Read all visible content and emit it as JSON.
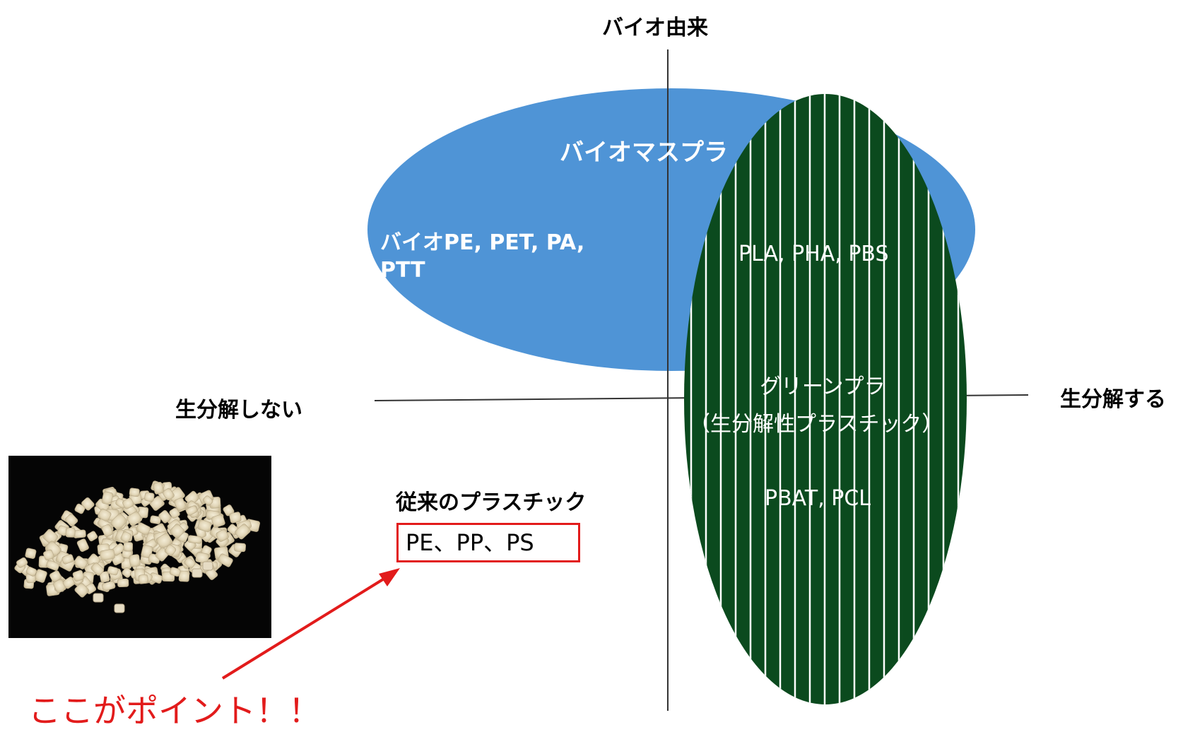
{
  "axes": {
    "top": "バイオ由来",
    "left": "生分解しない",
    "right": "生分解する"
  },
  "biomass": {
    "title": "バイオマスプラ",
    "items_line1": "バイオPE, PET, PA,",
    "items_line2": "PTT",
    "color": "#4f94d6"
  },
  "green": {
    "items_top": "PLA, PHA, PBS",
    "title_line1": "グリーンプラ",
    "title_line2": "（生分解性プラスチック）",
    "items_bottom": "PBAT, PCL",
    "color": "#0b4a1e"
  },
  "conventional": {
    "title": "従来のプラスチック",
    "items": "PE、PP、PS"
  },
  "callout": {
    "text": "ここがポイント！！",
    "color": "#e21b1b"
  },
  "photo": {
    "description_icon": "plastic-pellets-photo"
  }
}
